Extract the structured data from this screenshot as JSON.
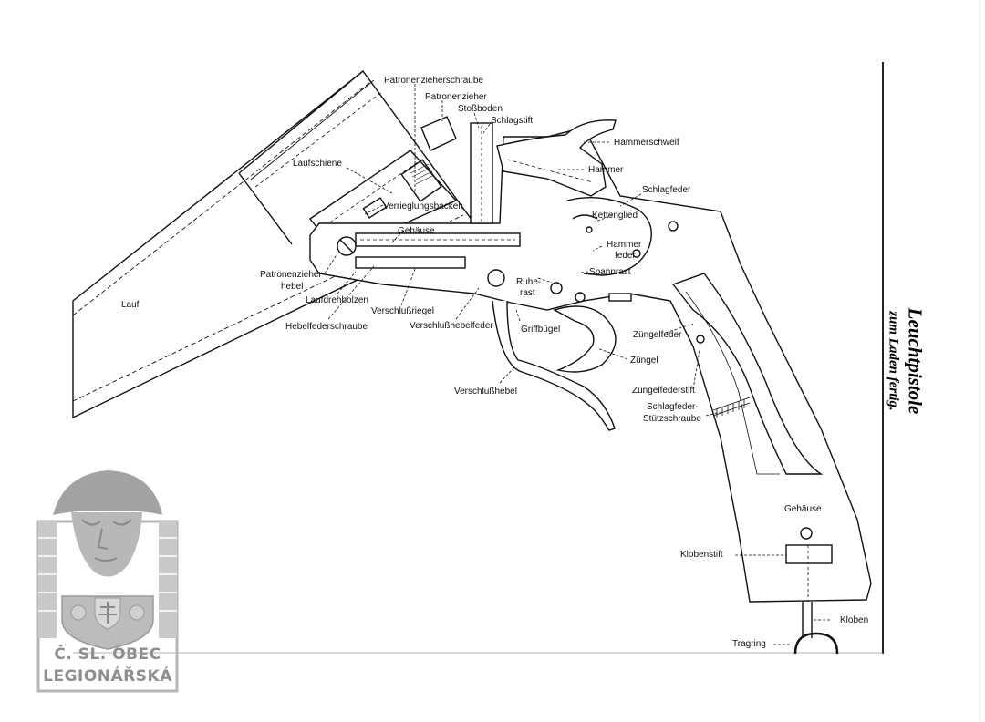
{
  "page": {
    "title": "Leuchtpistole",
    "subtitle": "zum Laden fertig."
  },
  "logo": {
    "line1": "Č. SL. OBEC",
    "line2": "LEGIONÁŘSKÁ"
  },
  "labels": {
    "patronenzieherschraube": "Patronenzieherschraube",
    "patronenzieher": "Patronenzieher",
    "stossboden": "Stoßboden",
    "schlagstift": "Schlagstift",
    "hammerschweif": "Hammerschweif",
    "hammer": "Hammer",
    "laufschiene": "Laufschiene",
    "schlagfeder": "Schlagfeder",
    "verrieglungsbacken": "Verrieglungsbacken",
    "kettenglied": "Kettenglied",
    "gehaeuse_top": "Gehäuse",
    "hammerfeder_1": "Hammer",
    "hammerfeder_2": "feder",
    "spannrast": "Spannrast",
    "ruherast_1": "Ruhe-",
    "ruherast_2": "rast",
    "patronenzieherhebel_1": "Patronenzieher",
    "patronenzieherhebel_2": "hebel",
    "lauf": "Lauf",
    "laufdrehbolzen": "Laufdrehbolzen",
    "verschlussriegel": "Verschlußriegel",
    "hebelfederschraube": "Hebelfederschraube",
    "verschlusshebelfeder": "Verschlußhebelfeder",
    "griffbuegel": "Griffbügel",
    "zuengelfeder": "Züngelfeder",
    "zuengel": "Züngel",
    "verschlusshebel": "Verschlußhebel",
    "zuengelfederstift": "Züngelfederstift",
    "schlagfeder_stuetzschraube_1": "Schlagfeder-",
    "schlagfeder_stuetzschraube_2": "Stützschraube",
    "gehaeuse_grip": "Gehäuse",
    "klobenstift": "Klobenstift",
    "kloben": "Kloben",
    "tragring": "Tragring"
  },
  "colors": {
    "ink": "#111111",
    "logo_gray": "#8e8e8e",
    "paper": "#ffffff"
  }
}
